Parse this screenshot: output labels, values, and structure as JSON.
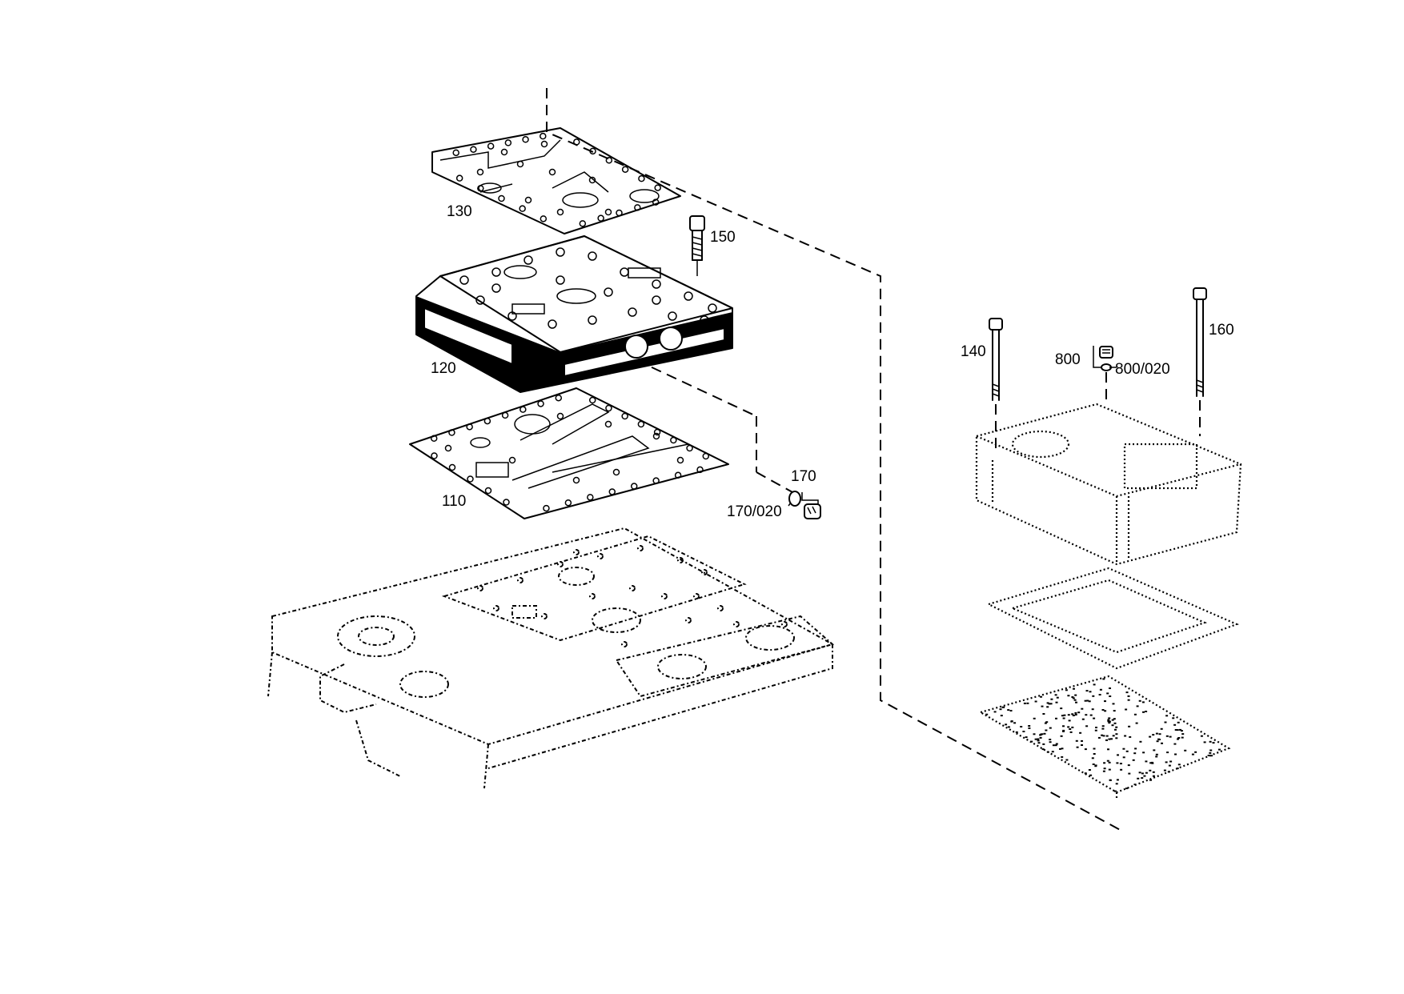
{
  "labels": {
    "p110": "110",
    "p120": "120",
    "p130": "130",
    "p140": "140",
    "p150": "150",
    "p160": "160",
    "p170": "170",
    "p170_020": "170/020",
    "p800": "800",
    "p800_020": "800/020"
  }
}
